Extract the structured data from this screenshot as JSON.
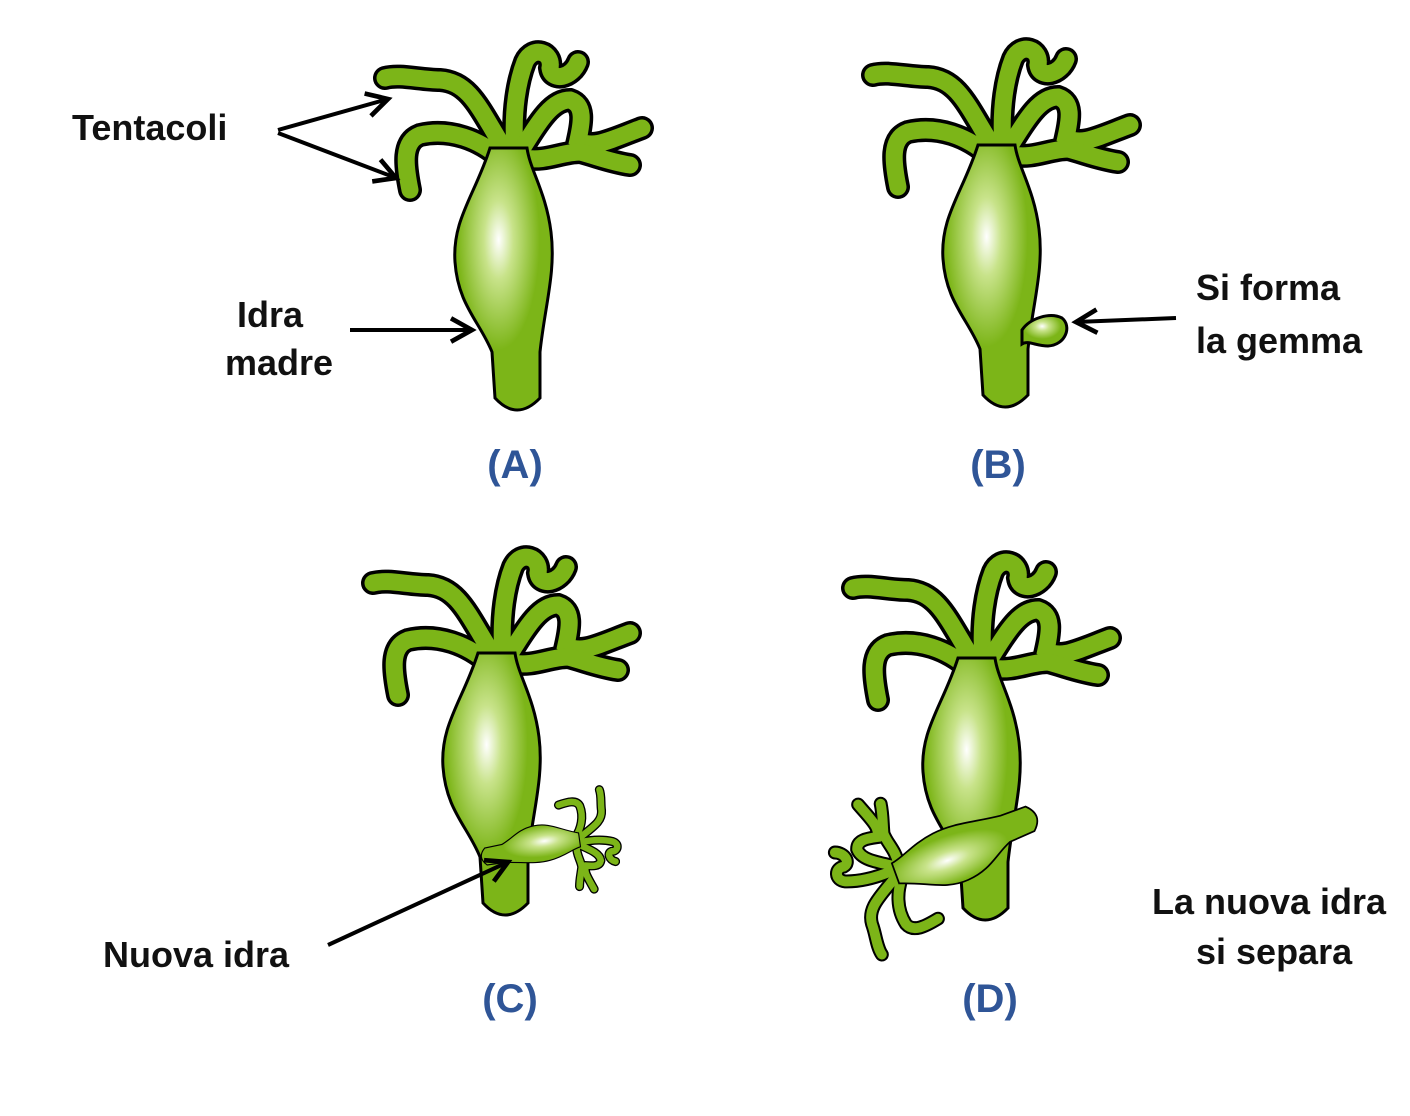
{
  "colors": {
    "hydra": "#7cb518",
    "hydra_light": "#f4fbe6",
    "outline": "#000000",
    "panel_label": "#2f5597",
    "text": "#111111"
  },
  "labels": {
    "tentacles": "Tentacoli",
    "mother_line1": "Idra",
    "mother_line2": "madre",
    "bud_line1": "Si forma",
    "bud_line2": "la gemma",
    "new_hydra": "Nuova idra",
    "separates_line1": "La nuova idra",
    "separates_line2": "si separa"
  },
  "panels": {
    "a": "(A)",
    "b": "(B)",
    "c": "(C)",
    "d": "(D)"
  }
}
